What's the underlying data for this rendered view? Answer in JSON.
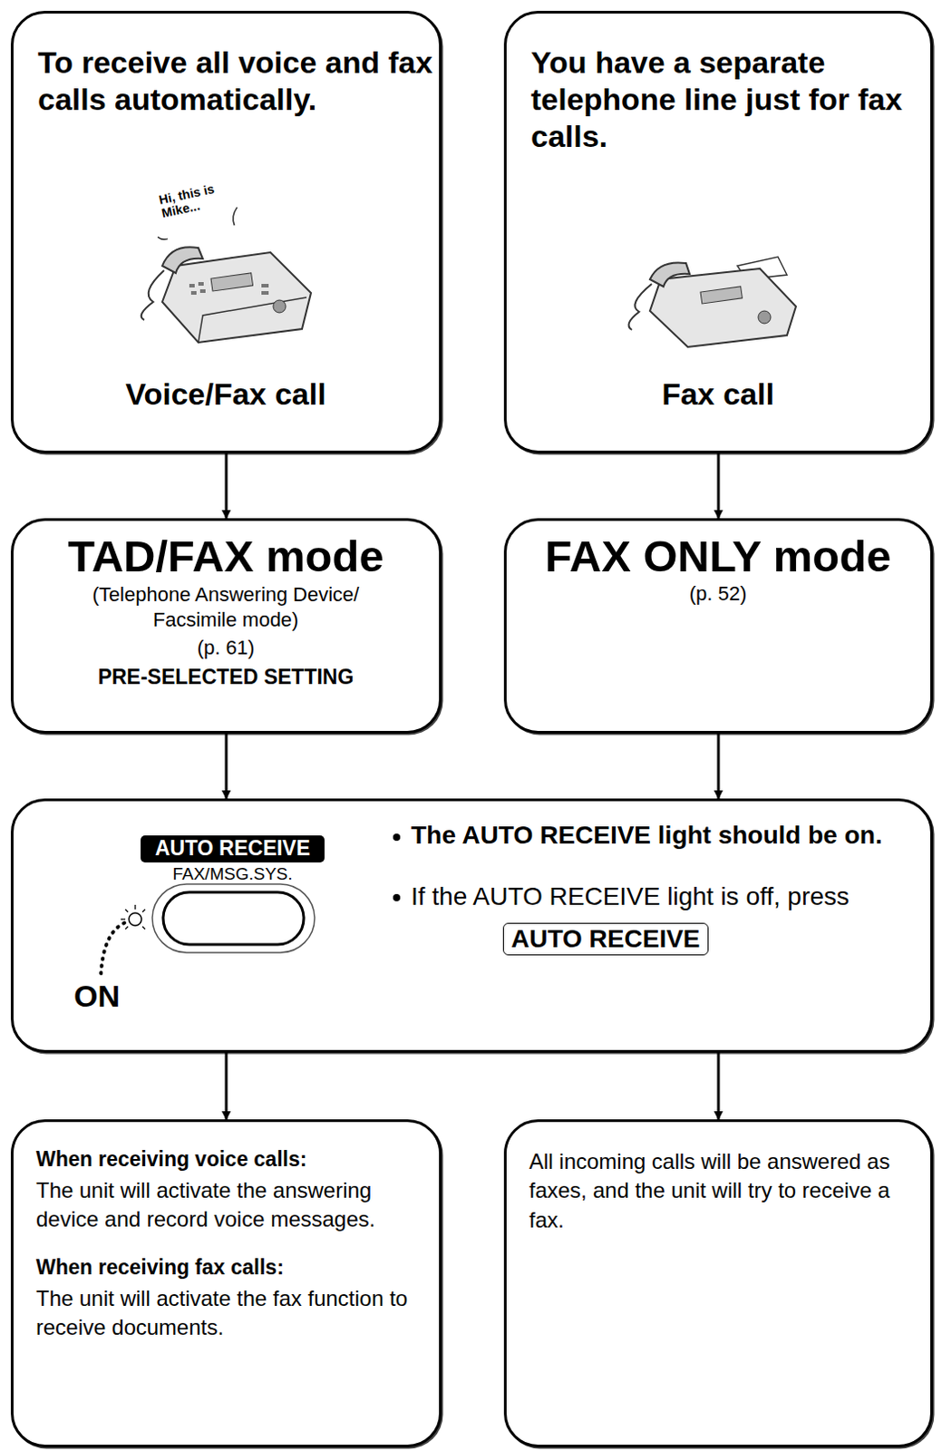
{
  "diagram": {
    "nodes": [
      {
        "text": [
          "To receive all voice and fax calls automatically.",
          "Hi, this is Mike...",
          "Voice/Fax call"
        ]
      },
      {
        "text": [
          "You have a separate telephone line just for fax calls.",
          "Fax call"
        ]
      },
      {
        "text": [
          "TAD/FAX mode",
          "(Telephone Answering Device/ Facsimile mode)",
          "(p. 61)",
          "PRE-SELECTED SETTING"
        ]
      },
      {
        "text": [
          "FAX ONLY mode",
          "(p. 52)"
        ]
      },
      {
        "text": [
          "AUTO RECEIVE",
          "FAX/MSG.SYS.",
          "ON",
          "The AUTO RECEIVE light should be on.",
          "If the AUTO RECEIVE light is off, press",
          "AUTO RECEIVE"
        ]
      },
      {
        "text": [
          "When receiving voice calls:",
          "The unit will activate the answering device and record voice messages.",
          "When receiving fax calls:",
          "The unit will activate the fax function to receive documents."
        ]
      },
      {
        "text": [
          "All incoming calls will be answered as faxes, and the unit will try to receive a fax."
        ]
      }
    ],
    "edges": [
      {
        "from": 0,
        "to": 2,
        "arrow": "to"
      },
      {
        "from": 1,
        "to": 3,
        "arrow": "to"
      },
      {
        "from": 2,
        "to": 4,
        "arrow": "to"
      },
      {
        "from": 3,
        "to": 4,
        "arrow": "to"
      },
      {
        "from": 4,
        "to": 5,
        "arrow": "to"
      },
      {
        "from": 4,
        "to": 6,
        "arrow": "to"
      }
    ]
  }
}
